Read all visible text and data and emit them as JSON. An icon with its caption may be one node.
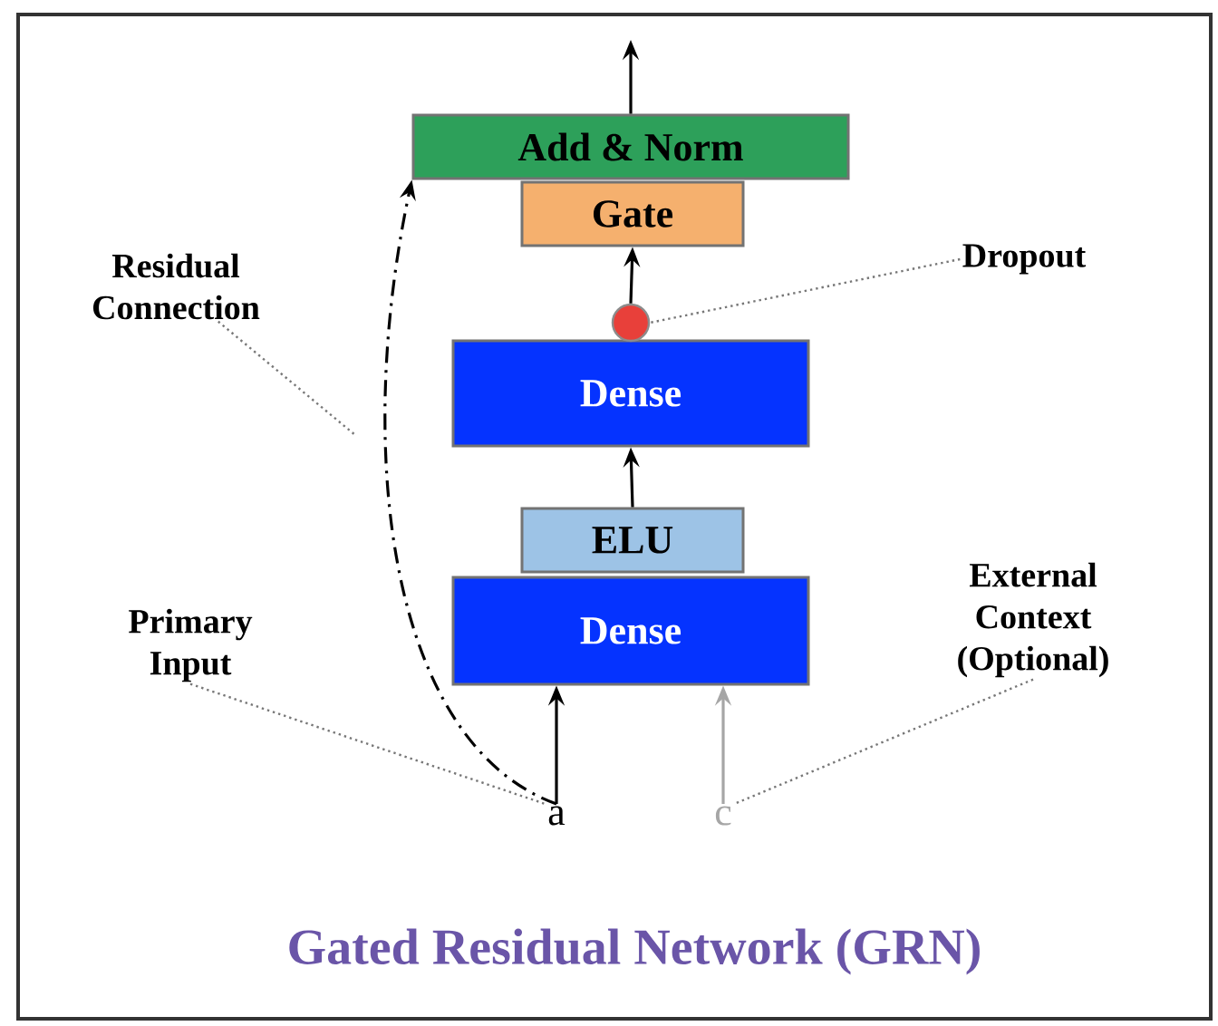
{
  "diagram": {
    "caption": "Gated Residual Network (GRN)",
    "nodes": [
      {
        "text": [
          "Add & Norm"
        ]
      },
      {
        "text": [
          "Gate"
        ]
      },
      {
        "text": [
          "Dense"
        ]
      },
      {
        "text": [
          "ELU"
        ]
      },
      {
        "text": [
          "Dense"
        ]
      },
      {
        "text": [
          "a"
        ]
      },
      {
        "text": [
          "c"
        ]
      },
      {
        "text": [],
        "shape": "circle"
      },
      {
        "text": [
          "Residual Connection"
        ]
      },
      {
        "text": [
          "Dropout"
        ]
      },
      {
        "text": [
          "Primary Input"
        ]
      },
      {
        "text": [
          "External Context (Optional)"
        ]
      }
    ],
    "edges": [
      {
        "from": 0,
        "to": null,
        "arrow": "to"
      },
      {
        "from": 7,
        "to": 1,
        "arrow": "to"
      },
      {
        "from": 3,
        "to": 2,
        "arrow": "to"
      },
      {
        "from": 5,
        "to": 4,
        "arrow": "to"
      },
      {
        "from": 6,
        "to": 4,
        "arrow": "to",
        "color": "#a6a6a6"
      },
      {
        "from": 5,
        "to": 0,
        "arrow": "to",
        "style": "dashed"
      },
      {
        "from": 8,
        "to": null,
        "arrow": "none",
        "style": "dashed",
        "color": "#777777"
      },
      {
        "from": 9,
        "to": 7,
        "arrow": "none",
        "style": "dashed",
        "color": "#777777"
      },
      {
        "from": 10,
        "to": 5,
        "arrow": "none",
        "style": "dashed",
        "color": "#777777"
      },
      {
        "from": 11,
        "to": 6,
        "arrow": "none",
        "style": "dashed",
        "color": "#777777"
      }
    ]
  }
}
